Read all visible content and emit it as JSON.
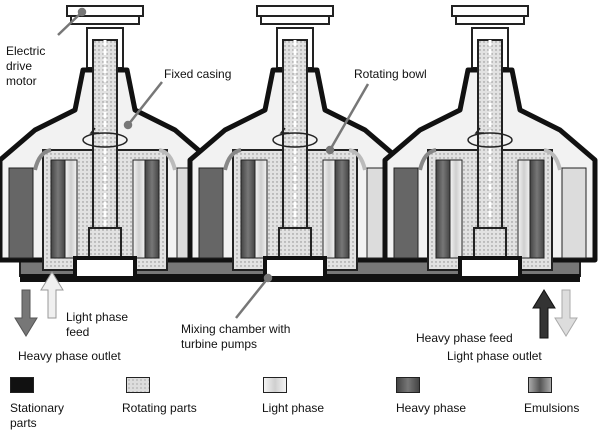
{
  "labels": {
    "electric_drive_motor": "Electric drive motor",
    "fixed_casing": "Fixed casing",
    "rotating_bowl": "Rotating bowl",
    "light_phase_feed": "Light phase feed",
    "heavy_phase_outlet": "Heavy phase outlet",
    "mixing_chamber": "Mixing chamber with turbine pumps",
    "heavy_phase_feed": "Heavy phase feed",
    "light_phase_outlet": "Light phase outlet"
  },
  "legend": [
    {
      "id": "stationary",
      "label": "Stationary parts",
      "color": "#111111"
    },
    {
      "id": "rotating",
      "label": "Rotating  parts",
      "color": "#d0d0d0"
    },
    {
      "id": "light",
      "label": "Light phase",
      "color": "#e6e6e6"
    },
    {
      "id": "heavy",
      "label": "Heavy phase",
      "color": "#555555"
    },
    {
      "id": "emulsions",
      "label": "Emulsions",
      "color": "#8a8a8a"
    }
  ],
  "colors": {
    "stationary": "#111111",
    "rotating": "#d0d0d0",
    "light": "#e6e6e6",
    "heavy": "#555555",
    "emulsion": "#8a8a8a",
    "pointer": "#777777"
  }
}
